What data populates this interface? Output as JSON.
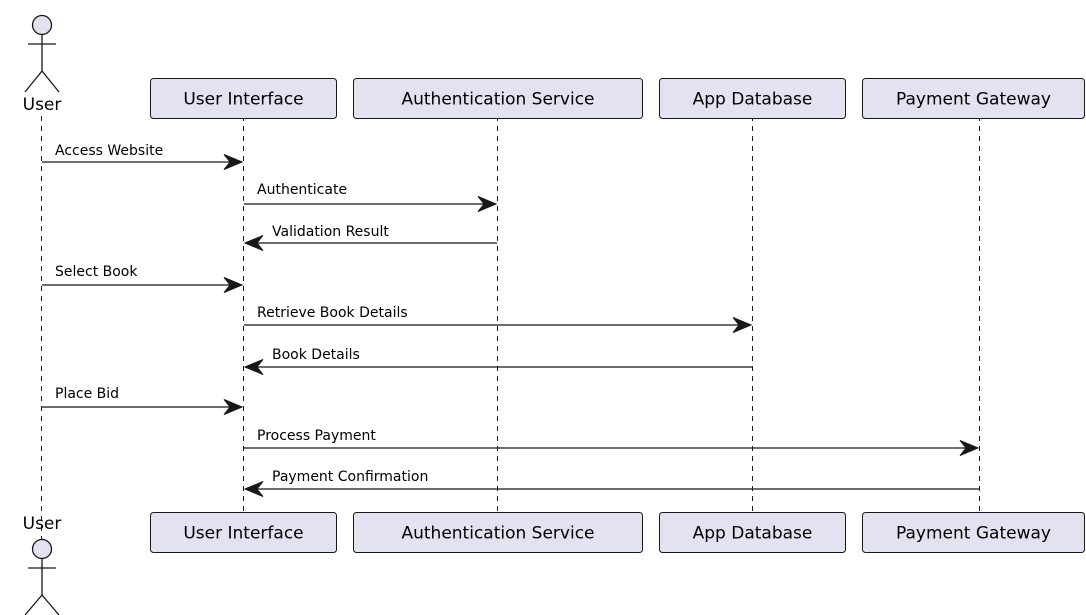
{
  "diagram": {
    "type": "sequence",
    "colors": {
      "participant_fill": "#e2e2f0",
      "line": "#181818",
      "text": "#000000",
      "background": "#ffffff"
    },
    "actor": {
      "label": "User"
    },
    "participants": [
      {
        "key": "ui",
        "label": "User Interface"
      },
      {
        "key": "auth",
        "label": "Authentication Service"
      },
      {
        "key": "db",
        "label": "App Database"
      },
      {
        "key": "pay",
        "label": "Payment Gateway"
      }
    ],
    "messages": [
      {
        "from": "User",
        "to": "User Interface",
        "label": "Access Website"
      },
      {
        "from": "User Interface",
        "to": "Authentication Service",
        "label": "Authenticate"
      },
      {
        "from": "Authentication Service",
        "to": "User Interface",
        "label": "Validation Result"
      },
      {
        "from": "User",
        "to": "User Interface",
        "label": "Select Book"
      },
      {
        "from": "User Interface",
        "to": "App Database",
        "label": "Retrieve Book Details"
      },
      {
        "from": "App Database",
        "to": "User Interface",
        "label": "Book Details"
      },
      {
        "from": "User",
        "to": "User Interface",
        "label": "Place Bid"
      },
      {
        "from": "User Interface",
        "to": "Payment Gateway",
        "label": "Process Payment"
      },
      {
        "from": "Payment Gateway",
        "to": "User Interface",
        "label": "Payment Confirmation"
      }
    ]
  }
}
